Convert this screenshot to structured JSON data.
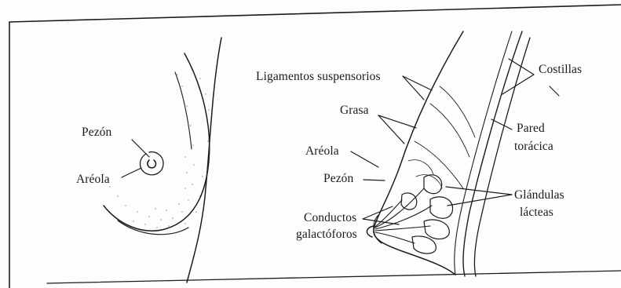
{
  "front_view": {
    "labels": {
      "nipple": "Pezón",
      "areola": "Aréola"
    }
  },
  "side_view": {
    "labels": {
      "suspensory_ligaments": "Ligamentos suspensorios",
      "fat": "Grasa",
      "areola": "Aréola",
      "nipple": "Pezón",
      "ducts_line1": "Conductos",
      "ducts_line2": "galactóforos",
      "ribs": "Costillas",
      "chest_wall_line1": "Pared",
      "chest_wall_line2": "torácica",
      "glands_line1": "Glándulas",
      "glands_line2": "lácteas"
    }
  },
  "colors": {
    "ink": "#1c1c1c",
    "paper": "#fdfdfc"
  }
}
